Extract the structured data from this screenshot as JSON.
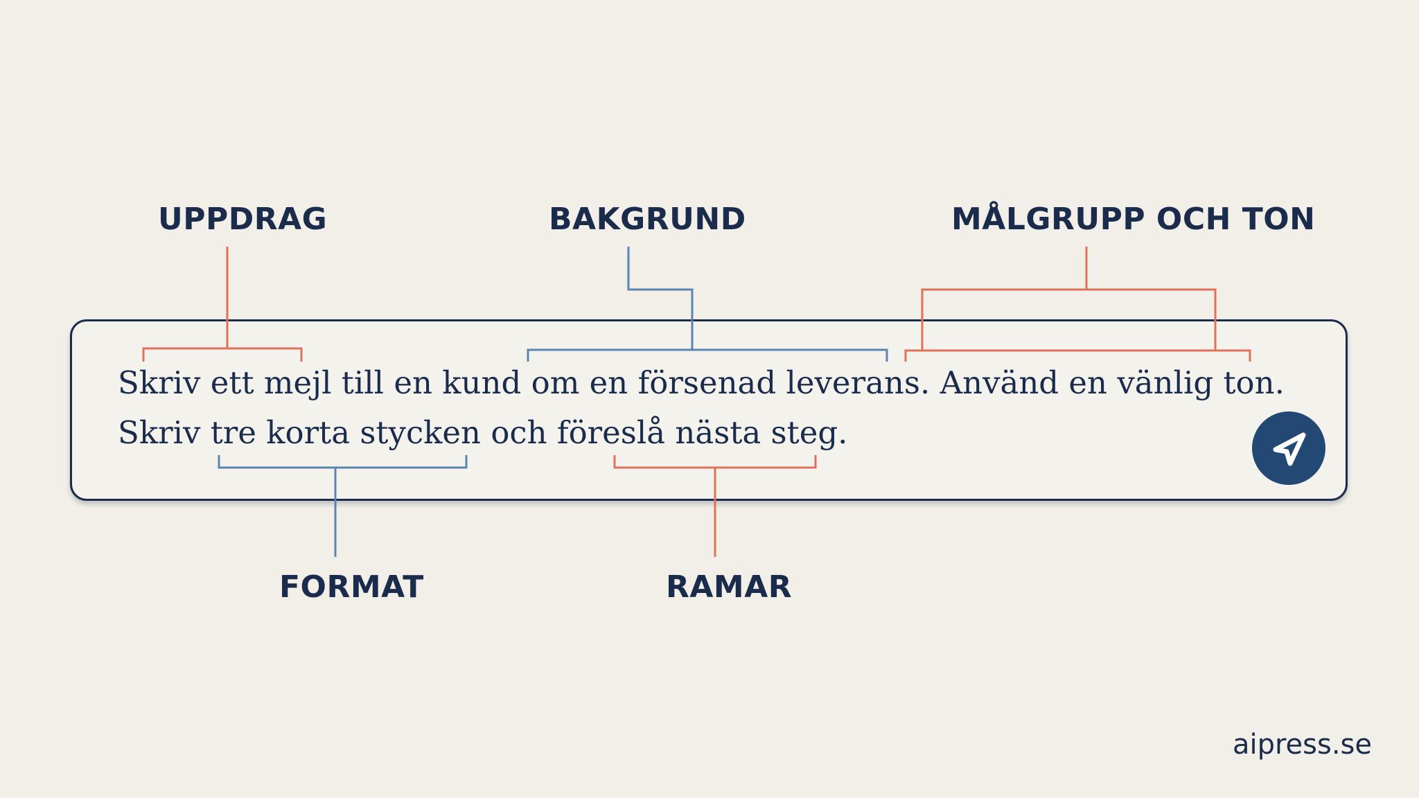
{
  "labels": {
    "uppdrag": "UPPDRAG",
    "bakgrund": "BAKGRUND",
    "malgrupp": "MÅLGRUPP OCH TON",
    "format": "FORMAT",
    "ramar": "RAMAR"
  },
  "prompt": {
    "line1": "Skriv ett mejl till en kund om en försenad leverans. Använd en vänlig ton.",
    "line2": "Skriv tre korta stycken och föreslå nästa steg."
  },
  "send_icon": "send-paper-plane-icon",
  "watermark": "aipress.se",
  "colors": {
    "background": "#f1efe8",
    "text": "#1a2b4c",
    "red": "#e07158",
    "blue": "#5b84b1",
    "send_button": "#234874"
  }
}
